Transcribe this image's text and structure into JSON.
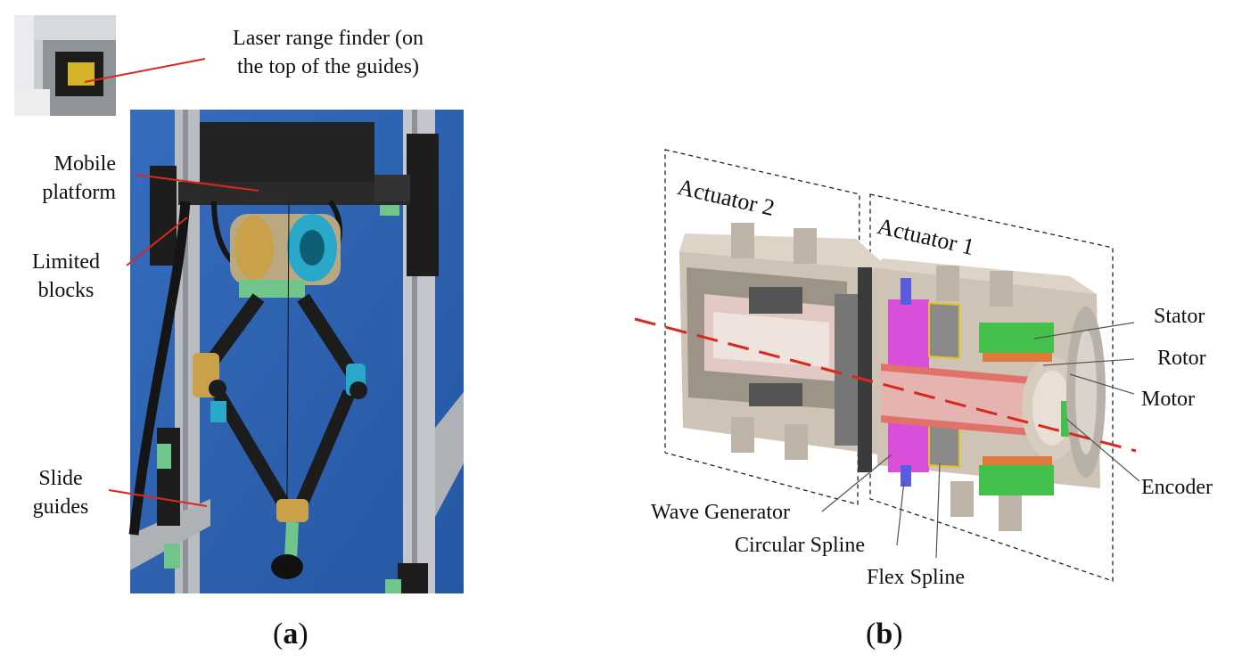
{
  "panel_a": {
    "labels": {
      "laser_line1": "Laser range finder (on",
      "laser_line2": "the top of the guides)",
      "mobile_line1": "Mobile",
      "mobile_line2": "platform",
      "limited_line1": "Limited",
      "limited_line2": "blocks",
      "slide_line1": "Slide",
      "slide_line2": "guides"
    },
    "caption_open": "(",
    "caption_letter": "a",
    "caption_close": ")"
  },
  "panel_b": {
    "actuator1": "Actuator 1",
    "actuator2": "Actuator 2",
    "labels": {
      "stator": "Stator",
      "rotor": "Rotor",
      "motor": "Motor",
      "encoder": "Encoder",
      "wave_generator": "Wave Generator",
      "circular_spline": "Circular Spline",
      "flex_spline": "Flex Spline"
    },
    "caption_open": "(",
    "caption_letter": "b",
    "caption_close": ")"
  },
  "colors": {
    "leader_red": "#d9281e",
    "photo_blue": "#2f64b4",
    "rail_silver": "#b9bcc0",
    "carbon_black": "#1c1c1c",
    "gold_link": "#c8a14a",
    "housing_tan": "#cfc3b5",
    "shaft_pink": "#e6b4b0",
    "rotor_red": "#e0726a",
    "stator_green": "#44c14c",
    "magenta": "#d94fd9",
    "orange": "#e07a3a",
    "gray": "#7a7a7a"
  }
}
